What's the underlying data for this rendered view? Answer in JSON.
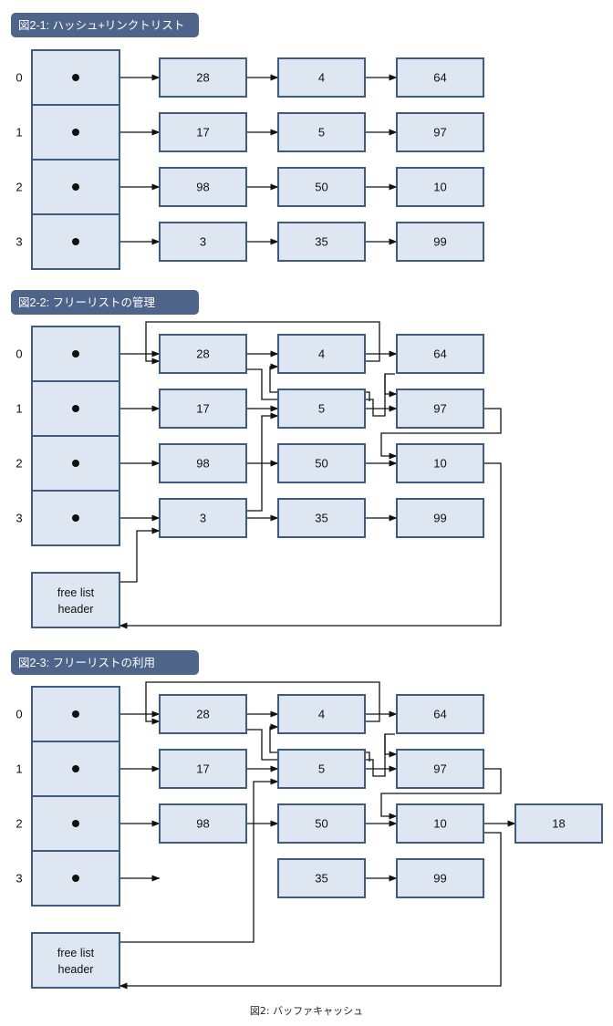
{
  "colors": {
    "title_bg": "#4e6489",
    "title_fg": "#ffffff",
    "node_fill": "#dde6f1",
    "node_stroke": "#3f5b7d",
    "line": "#111111"
  },
  "figures": [
    {
      "title": "図2-1: ハッシュ+リンクトリスト",
      "rows": [
        {
          "index": "0",
          "nodes": [
            "28",
            "4",
            "64"
          ]
        },
        {
          "index": "1",
          "nodes": [
            "17",
            "5",
            "97"
          ]
        },
        {
          "index": "2",
          "nodes": [
            "98",
            "50",
            "10"
          ]
        },
        {
          "index": "3",
          "nodes": [
            "3",
            "35",
            "99"
          ]
        }
      ]
    },
    {
      "title": "図2-2: フリーリストの管理",
      "rows": [
        {
          "index": "0",
          "nodes": [
            "28",
            "4",
            "64"
          ]
        },
        {
          "index": "1",
          "nodes": [
            "17",
            "5",
            "97"
          ]
        },
        {
          "index": "2",
          "nodes": [
            "98",
            "50",
            "10"
          ]
        },
        {
          "index": "3",
          "nodes": [
            "3",
            "35",
            "99"
          ]
        }
      ],
      "free_list_header": [
        "free list",
        "header"
      ]
    },
    {
      "title": "図2-3: フリーリストの利用",
      "rows": [
        {
          "index": "0",
          "nodes": [
            "28",
            "4",
            "64"
          ]
        },
        {
          "index": "1",
          "nodes": [
            "17",
            "5",
            "97"
          ]
        },
        {
          "index": "2",
          "nodes": [
            "98",
            "50",
            "10",
            "18"
          ]
        },
        {
          "index": "3",
          "nodes": [
            "",
            "35",
            "99"
          ]
        }
      ],
      "free_list_header": [
        "free list",
        "header"
      ]
    }
  ],
  "caption": "図2: バッファキャッシュ"
}
